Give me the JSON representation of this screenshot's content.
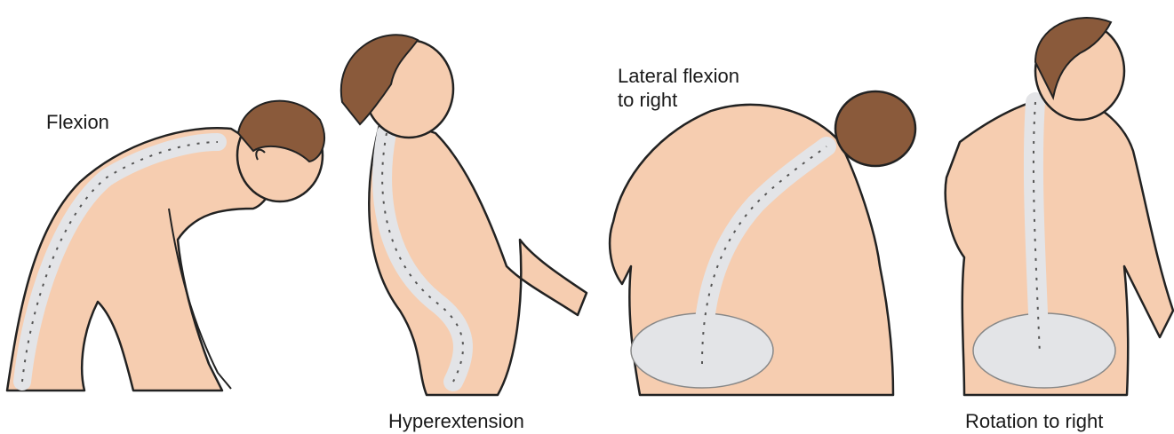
{
  "labels": {
    "flexion": "Flexion",
    "hyperextension": "Hyperextension",
    "lateral_line1": "Lateral flexion",
    "lateral_line2": "to right",
    "rotation": "Rotation to right"
  },
  "colors": {
    "skin": "#f6cdb0",
    "hair": "#8a5a3b",
    "bone": "#e3e4e7",
    "outline": "#222222",
    "background": "#ffffff",
    "text": "#1a1a1a"
  }
}
